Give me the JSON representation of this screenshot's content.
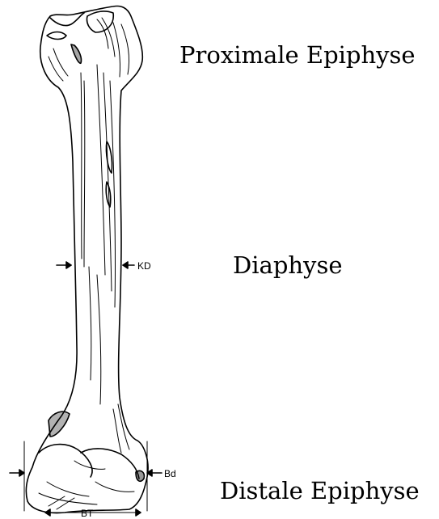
{
  "labels": {
    "proximal": "Proximale Epiphyse",
    "diaphysis": "Diaphyse",
    "distal": "Distale Epiphyse"
  },
  "measurements": {
    "kd": "KD",
    "bd": "Bd",
    "bt": "BT"
  },
  "colors": {
    "ink": "#000000",
    "background": "#ffffff"
  }
}
